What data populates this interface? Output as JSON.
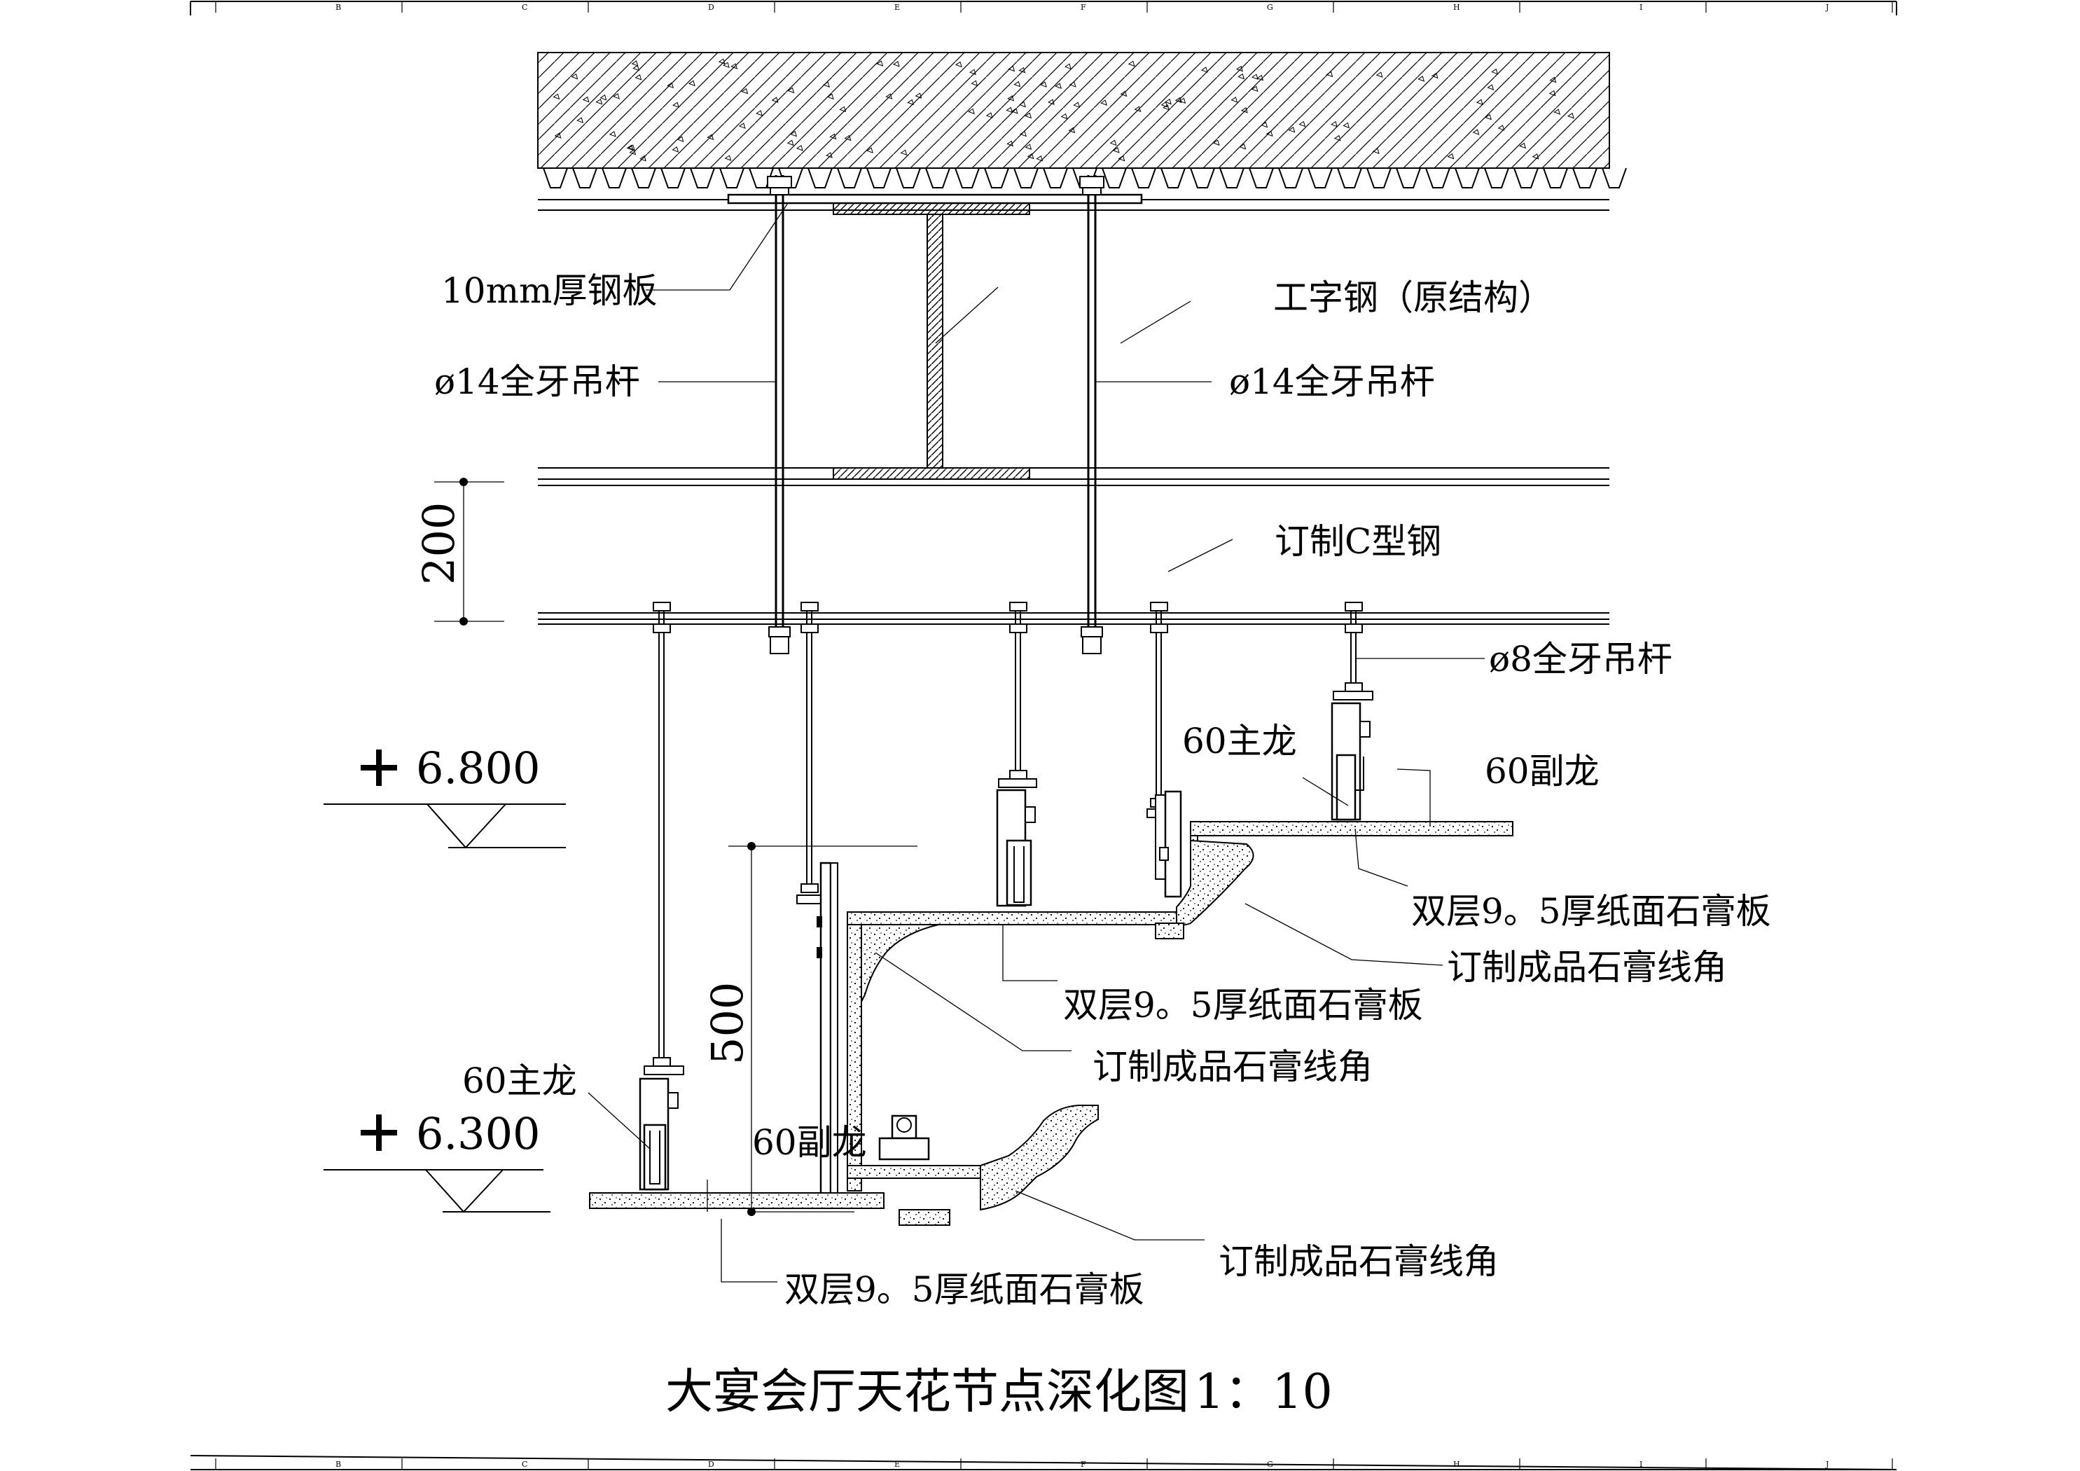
{
  "border": {
    "grid_letters": [
      "B",
      "C",
      "D",
      "E",
      "F",
      "G",
      "H",
      "I",
      "J"
    ]
  },
  "labels": {
    "steel_plate": "10mm厚钢板",
    "i_beam": "工字钢（原结构）",
    "rod14_left": "ø14全牙吊杆",
    "rod14_right": "ø14全牙吊杆",
    "c_steel": "订制C型钢",
    "rod8": "ø8全牙吊杆",
    "main_keel_upper": "60主龙",
    "sub_keel_upper": "60副龙",
    "board_upper": "双层9。5厚纸面石膏板",
    "molding_upper": "订制成品石膏线角",
    "board_middle": "双层9。5厚纸面石膏板",
    "molding_middle": "订制成品石膏线角",
    "main_keel_lower": "60主龙",
    "sub_keel_lower": "60副龙",
    "board_lower": "双层9。5厚纸面石膏板",
    "molding_lower": "订制成品石膏线角"
  },
  "dimensions": {
    "dim_200": "200",
    "dim_500": "500"
  },
  "elevations": {
    "upper": "6.800",
    "lower": "6.300"
  },
  "title": {
    "text": "大宴会厅天花节点深化图",
    "scale": "1：10"
  }
}
